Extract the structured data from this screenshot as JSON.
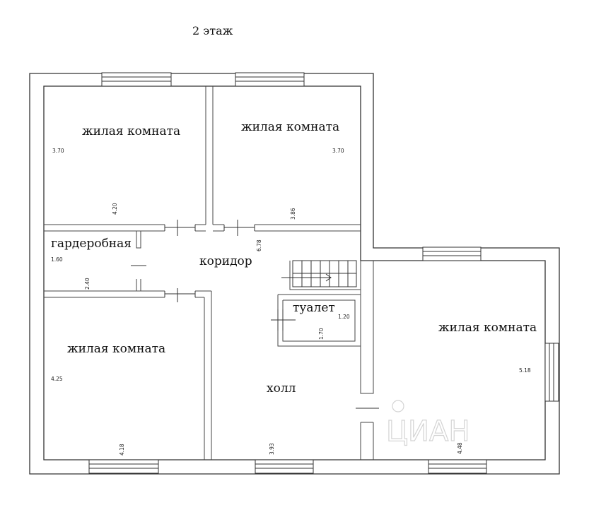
{
  "floor_title": "2 этаж",
  "rooms": {
    "bedroom_top_left": "жилая комната",
    "bedroom_top_mid": "жилая комната",
    "bedroom_bottom_left": "жилая комната",
    "bedroom_right": "жилая комната",
    "wardrobe": "гардеробная",
    "corridor": "коридор",
    "toilet": "туалет",
    "hall": "холл"
  },
  "dimensions": {
    "r1_height": "3.70",
    "r1_width": "4.20",
    "r2_height": "3.70",
    "r2_width": "3.86",
    "wardrobe_height": "1.60",
    "wardrobe_width": "2.40",
    "corridor_length": "6.78",
    "r3_height": "4.25",
    "r3_width": "4.18",
    "toilet_width": "1.20",
    "toilet_height": "1.70",
    "hall_width": "3.93",
    "r4_height": "5.18",
    "r4_width": "4.48"
  },
  "watermark": "ЦИАН"
}
